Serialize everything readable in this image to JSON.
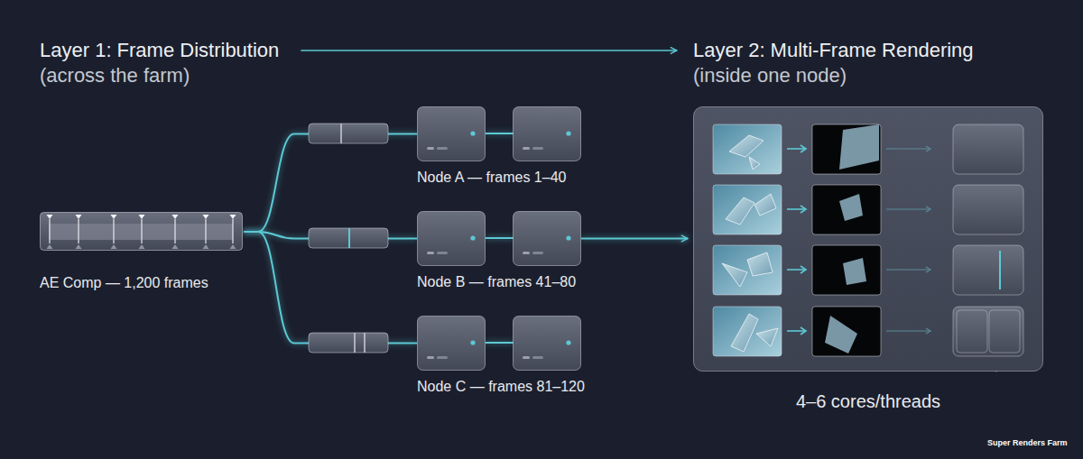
{
  "diagram": {
    "nodes": [
      {
        "text": [
          "AE Comp — 1,200 frames"
        ]
      },
      {
        "text": [
          "Node A — frames 1–40"
        ]
      },
      {
        "text": [
          "Node B — frames 41–80"
        ]
      },
      {
        "text": [
          "Node C — frames 81–120"
        ]
      },
      {
        "text": [
          "4–6 cores/threads"
        ]
      }
    ],
    "edges": [
      {
        "from": 0,
        "to": 1,
        "arrow": "none"
      },
      {
        "from": 0,
        "to": 2,
        "arrow": "none"
      },
      {
        "from": 0,
        "to": 3,
        "arrow": "none"
      },
      {
        "from": 2,
        "to": 4,
        "arrow": "to"
      }
    ],
    "labels": [
      "Layer 1: Frame Distribution",
      "(across the farm)",
      "Layer 2: Multi-Frame Rendering",
      "(inside one node)",
      "Super Renders Farm"
    ]
  }
}
